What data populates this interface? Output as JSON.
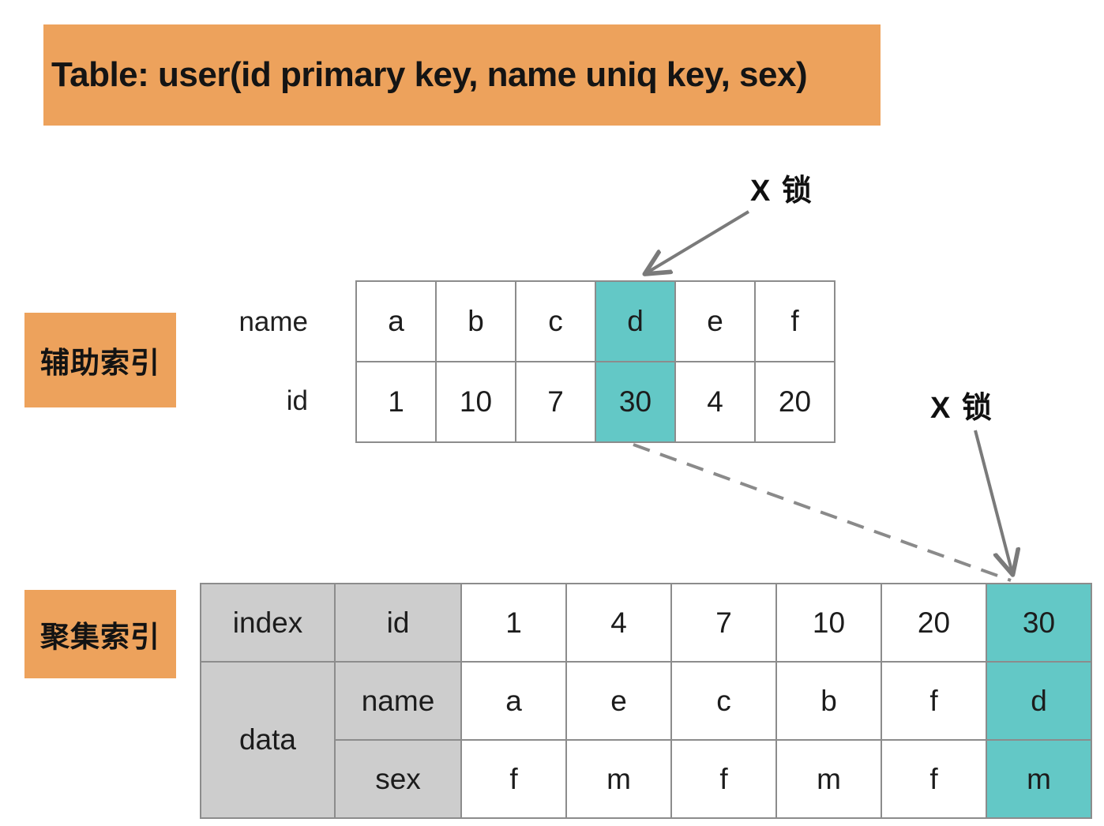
{
  "banner": {
    "title": "Table: user(id primary key, name uniq key, sex)",
    "background_color": "#eda25c"
  },
  "labels": {
    "secondary_index": "辅助索引",
    "clustered_index": "聚集索引",
    "label_background_color": "#eda25c"
  },
  "secondary_index": {
    "row_captions": {
      "name": "name",
      "id": "id"
    },
    "rows": [
      {
        "key": "name",
        "values": [
          "a",
          "b",
          "c",
          "d",
          "e",
          "f"
        ]
      },
      {
        "key": "id",
        "values": [
          "1",
          "10",
          "7",
          "30",
          "4",
          "20"
        ]
      }
    ],
    "highlighted_column_index": 3,
    "highlight_color": "#63c8c6"
  },
  "clustered_index": {
    "group_labels": {
      "index": "index",
      "data": "data"
    },
    "sub_labels": [
      "id",
      "name",
      "sex"
    ],
    "rows": [
      {
        "key": "id",
        "values": [
          "1",
          "4",
          "7",
          "10",
          "20",
          "30"
        ]
      },
      {
        "key": "name",
        "values": [
          "a",
          "e",
          "c",
          "b",
          "f",
          "d"
        ]
      },
      {
        "key": "sex",
        "values": [
          "f",
          "m",
          "f",
          "m",
          "f",
          "m"
        ]
      }
    ],
    "highlighted_column_index": 5,
    "highlight_color": "#63c8c6",
    "label_background_color": "#cdcdcd"
  },
  "annotations": {
    "lock_secondary": "X 锁",
    "lock_clustered": "X 锁",
    "arrow_color": "#7a7a7a",
    "link_line_style": "dashed"
  }
}
